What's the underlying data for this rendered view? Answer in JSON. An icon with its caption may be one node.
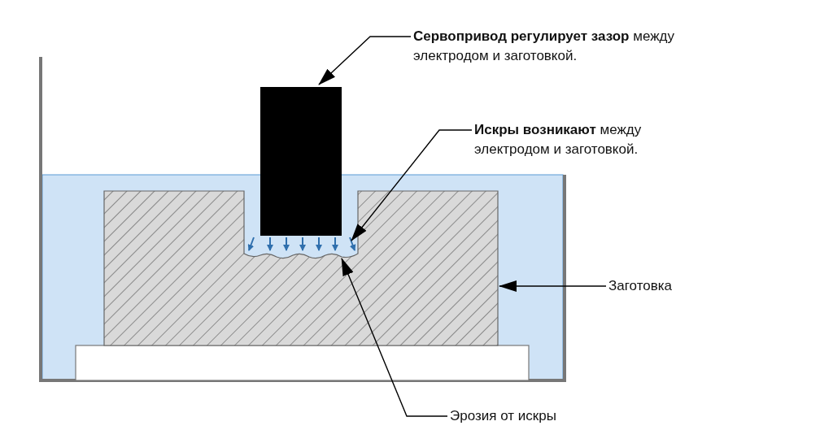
{
  "diagram": {
    "nodes": [
      {
        "text": [
          "**Сервопривод регулирует зазор** между электродом и заготовкой."
        ]
      },
      {
        "text": [],
        "shape": "box"
      },
      {
        "text": [
          "**Искры возникают** между электродом и заготовкой."
        ]
      },
      {
        "text": [],
        "shape": "box"
      },
      {
        "text": [
          "Заготовка"
        ]
      },
      {
        "text": [
          "Эрозия от искры"
        ]
      }
    ],
    "edges": [
      {
        "from": 0,
        "to": 1,
        "arrow": "to"
      },
      {
        "from": 2,
        "to": 1,
        "arrow": "to"
      },
      {
        "from": 4,
        "to": 3,
        "arrow": "to"
      },
      {
        "from": 5,
        "to": 3,
        "arrow": "to"
      }
    ]
  }
}
